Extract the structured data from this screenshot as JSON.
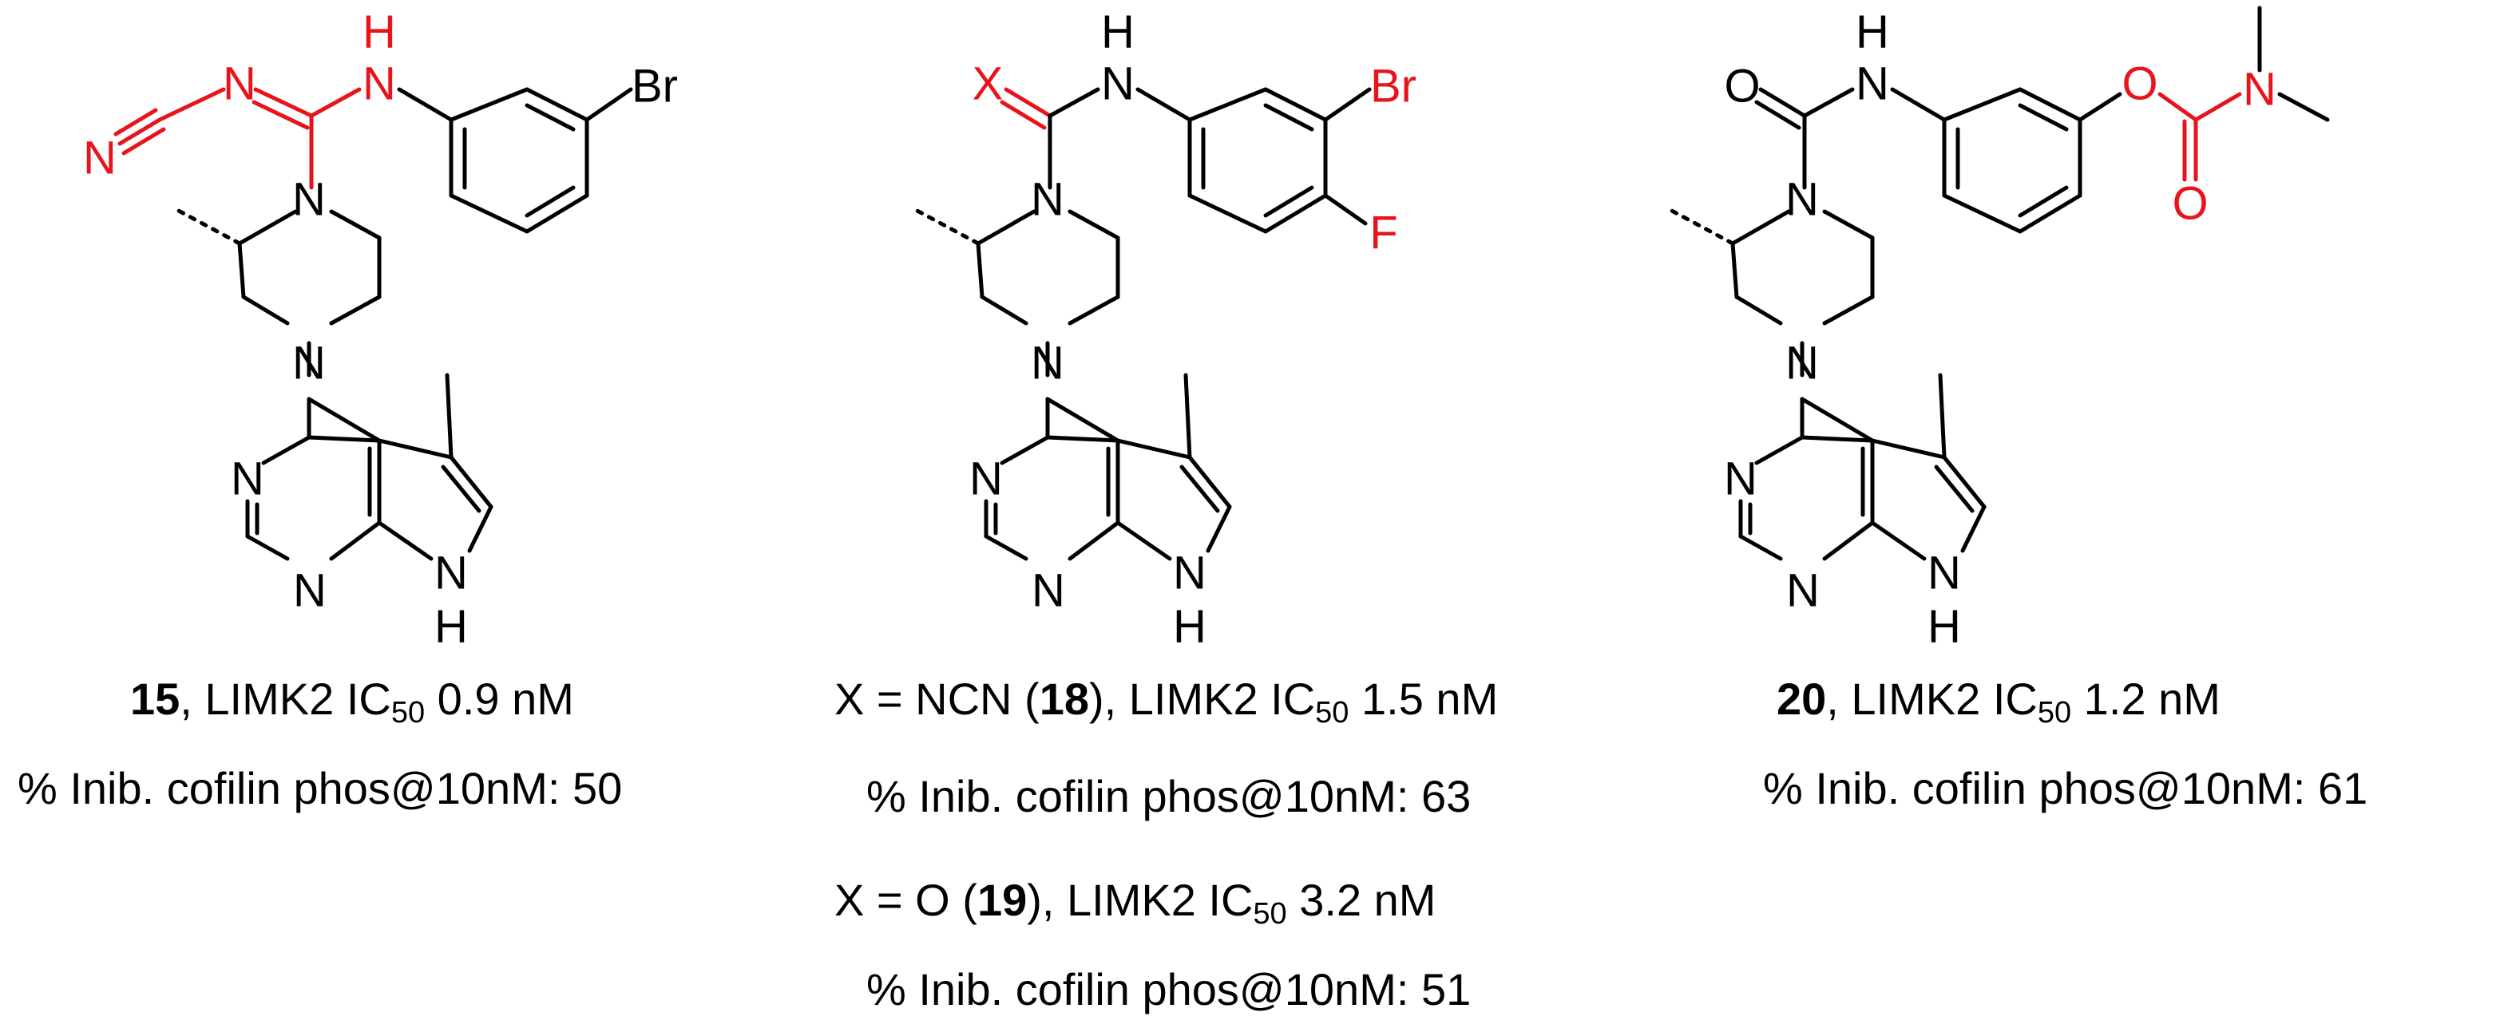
{
  "colors": {
    "highlight": "#e8141c",
    "structure": "#000000"
  },
  "atom_labels": {
    "N": "N",
    "H": "H",
    "Br": "Br",
    "F": "F",
    "X": "X",
    "O": "O"
  },
  "compounds": [
    {
      "id": "15",
      "caption_suffix": ", LIMK2 IC",
      "ic_sub": "50",
      "ic_value": " 0.9 nM",
      "inhibition": "% Inib. cofilin phos@10nM: 50"
    },
    {
      "x_label": "X = NCN (",
      "id": "18",
      "caption_suffix": "), LIMK2 IC",
      "ic_sub": "50",
      "ic_value": " 1.5 nM",
      "inhibition": "% Inib. cofilin phos@10nM: 63"
    },
    {
      "x_label": "X = O (",
      "id": "19",
      "caption_suffix": "), LIMK2 IC",
      "ic_sub": "50",
      "ic_value": " 3.2 nM",
      "inhibition": "% Inib. cofilin phos@10nM: 51"
    },
    {
      "id": "20",
      "caption_suffix": ", LIMK2 IC",
      "ic_sub": "50",
      "ic_value": " 1.2 nM",
      "inhibition": "% Inib. cofilin phos@10nM: 61"
    }
  ]
}
